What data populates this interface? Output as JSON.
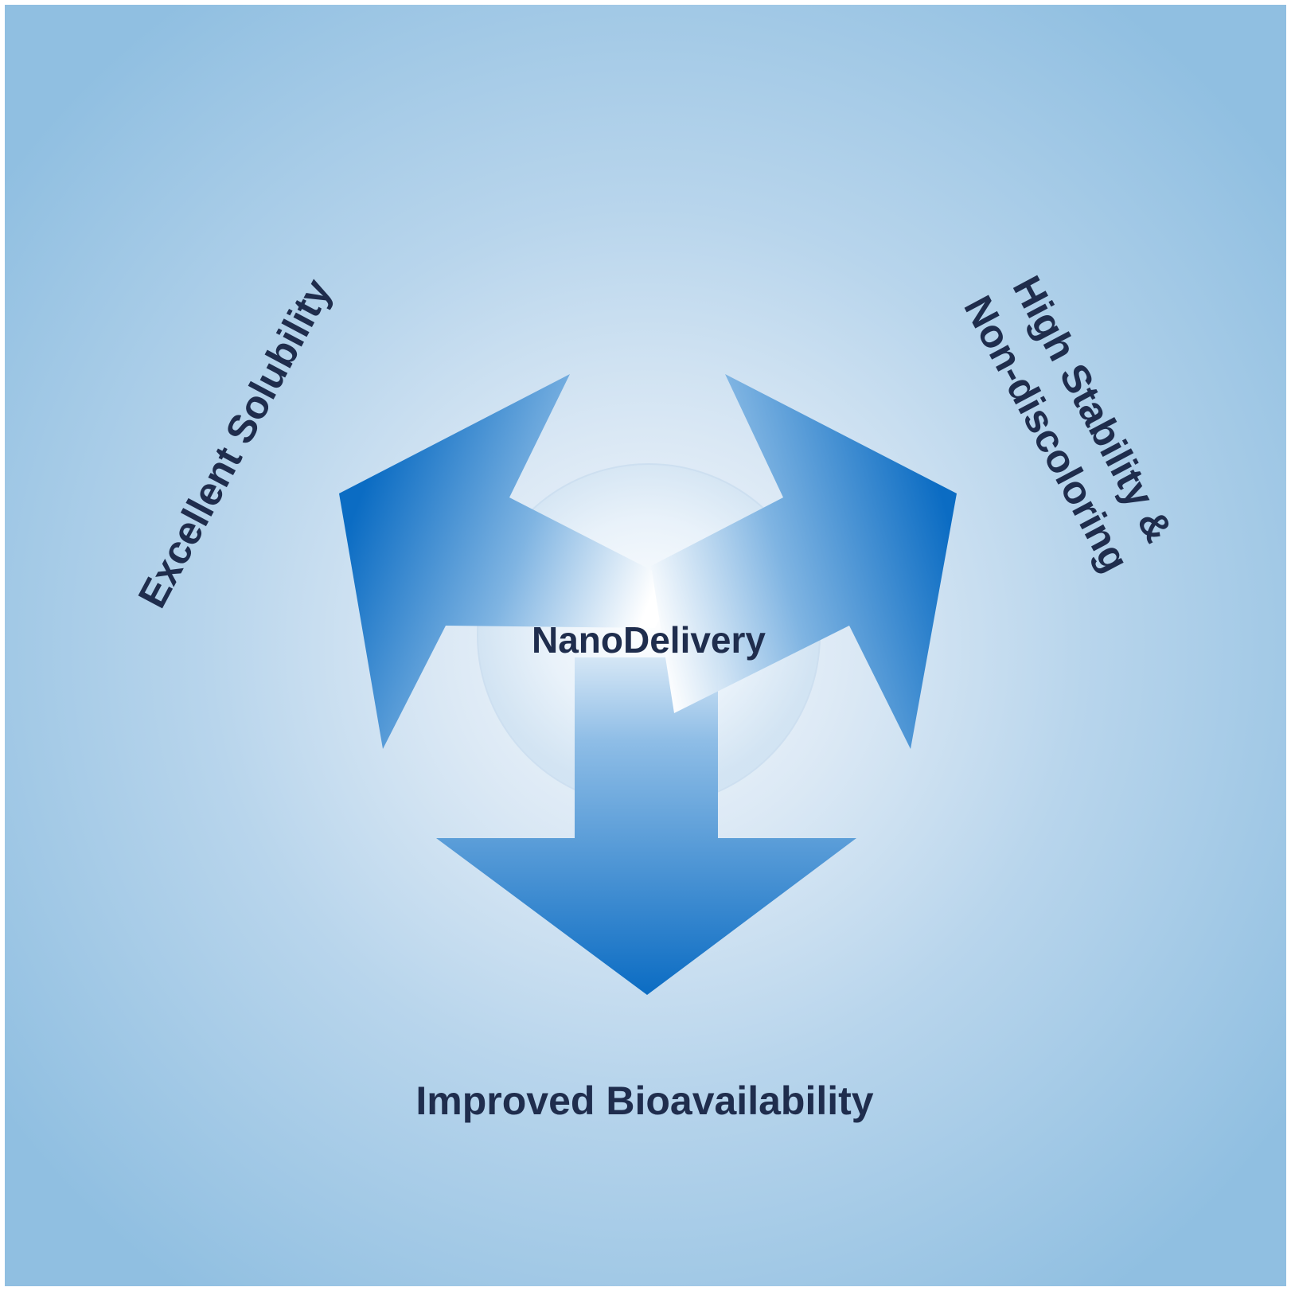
{
  "diagram": {
    "center_label": "NanoDelivery",
    "benefits": {
      "left": "Excellent Solubility",
      "right_line1": "High Stability &",
      "right_line2": "Non-discoloring",
      "bottom": "Improved Bioavailability"
    }
  },
  "colors": {
    "background_outer": "#97c3e3",
    "background_inner": "#f5f9fd",
    "arrow_dark": "#0b6cc3",
    "arrow_light": "#ffffff",
    "text": "#1f2d4d"
  }
}
